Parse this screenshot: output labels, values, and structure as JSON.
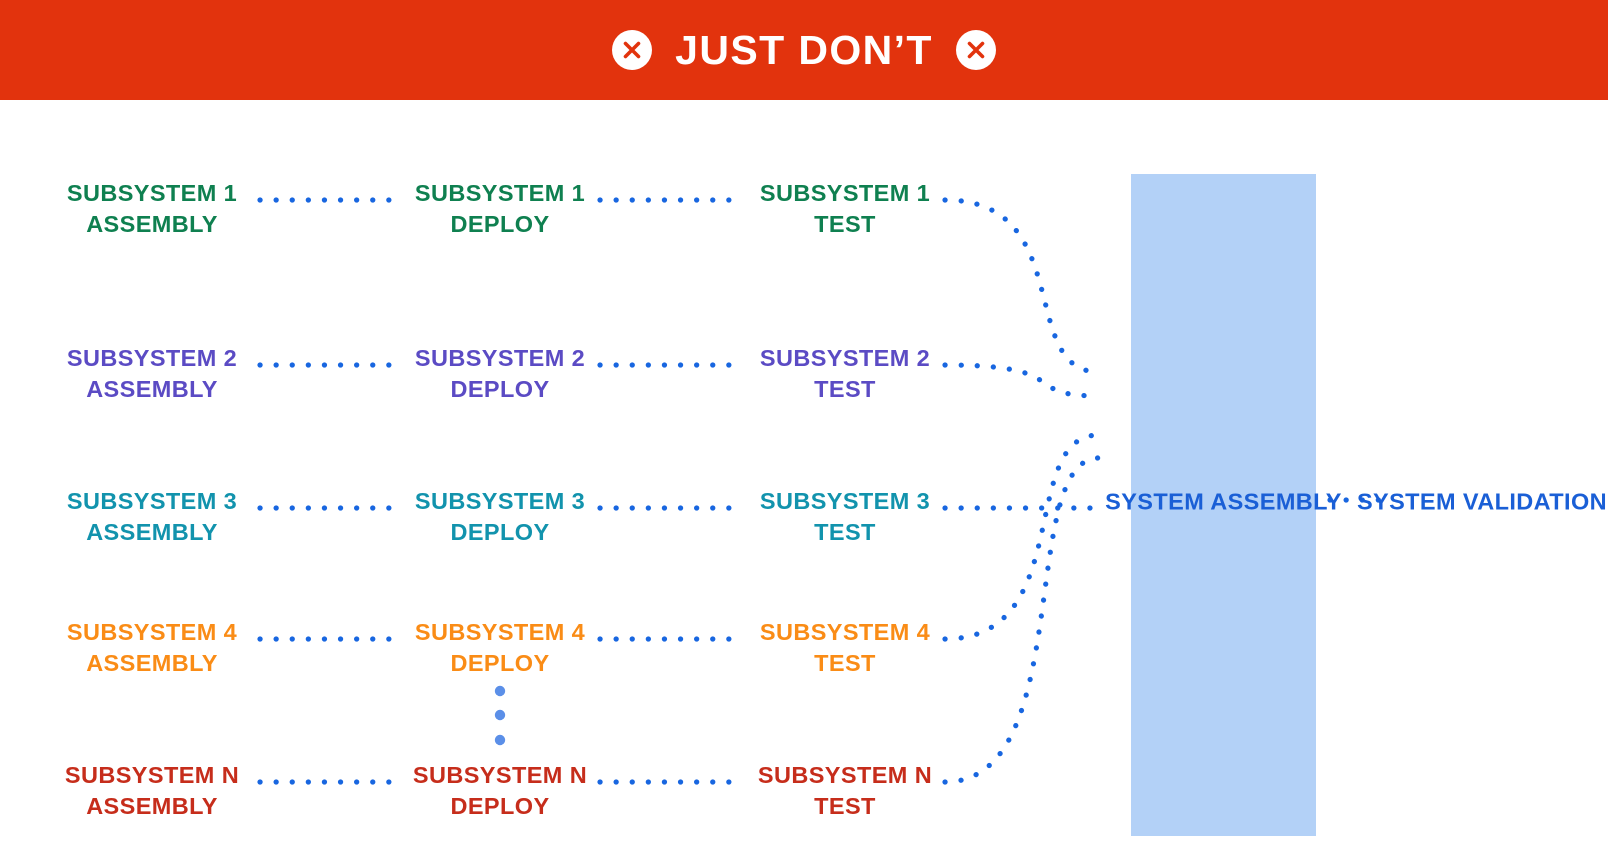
{
  "banner": {
    "title": "JUST DON’T",
    "background_color": "#e2330d",
    "text_color": "#ffffff",
    "left_icon": "circle-x-icon",
    "right_icon": "circle-x-icon"
  },
  "diagram": {
    "stage_names": [
      "ASSEMBLY",
      "DEPLOY",
      "TEST"
    ],
    "connector_color": "#1866e0",
    "ellipsis_color": "#5b8fe8",
    "rows": [
      {
        "id": "subsystem-1",
        "color": "#0f8050",
        "assembly": {
          "line1": "SUBSYSTEM 1",
          "line2": "ASSEMBLY"
        },
        "deploy": {
          "line1": "SUBSYSTEM 1",
          "line2": "DEPLOY"
        },
        "test": {
          "line1": "SUBSYSTEM 1",
          "line2": "TEST"
        }
      },
      {
        "id": "subsystem-2",
        "color": "#5b4bc4",
        "assembly": {
          "line1": "SUBSYSTEM 2",
          "line2": "ASSEMBLY"
        },
        "deploy": {
          "line1": "SUBSYSTEM 2",
          "line2": "DEPLOY"
        },
        "test": {
          "line1": "SUBSYSTEM 2",
          "line2": "TEST"
        }
      },
      {
        "id": "subsystem-3",
        "color": "#1293ad",
        "assembly": {
          "line1": "SUBSYSTEM 3",
          "line2": "ASSEMBLY"
        },
        "deploy": {
          "line1": "SUBSYSTEM 3",
          "line2": "DEPLOY"
        },
        "test": {
          "line1": "SUBSYSTEM 3",
          "line2": "TEST"
        }
      },
      {
        "id": "subsystem-4",
        "color": "#fa8c16",
        "assembly": {
          "line1": "SUBSYSTEM 4",
          "line2": "ASSEMBLY"
        },
        "deploy": {
          "line1": "SUBSYSTEM 4",
          "line2": "DEPLOY"
        },
        "test": {
          "line1": "SUBSYSTEM 4",
          "line2": "TEST"
        }
      },
      {
        "id": "subsystem-n",
        "color": "#c62d1b",
        "assembly": {
          "line1": "SUBSYSTEM N",
          "line2": "ASSEMBLY"
        },
        "deploy": {
          "line1": "SUBSYSTEM N",
          "line2": "DEPLOY"
        },
        "test": {
          "line1": "SUBSYSTEM N",
          "line2": "TEST"
        }
      }
    ],
    "system_assembly": {
      "line1": "SYSTEM",
      "line2": "ASSEMBLY",
      "text_color": "#1a5fd6",
      "box_color": "#b3d1f7"
    },
    "system_validation": {
      "line1": "SYSTEM",
      "line2": "VALIDATION",
      "text_color": "#1a5fd6"
    },
    "vertical_ellipsis": "⋮"
  }
}
